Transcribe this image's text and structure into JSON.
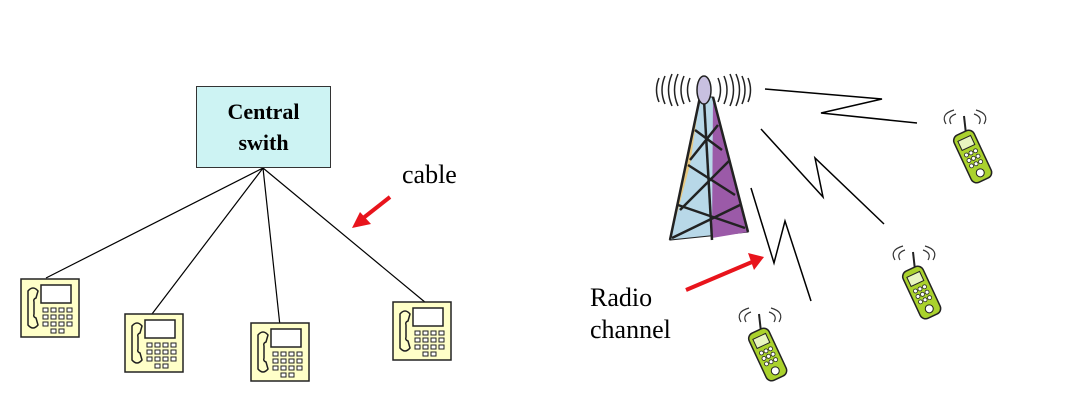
{
  "wired_network": {
    "central_switch": {
      "line1": "Central",
      "line2": "swith"
    },
    "cable_label": "cable",
    "telephone_count": 4
  },
  "wireless_network": {
    "radio_label_line1": "Radio",
    "radio_label_line2": "channel",
    "mobile_phone_count": 3
  },
  "colors": {
    "switch_fill": "#cdf3f3",
    "phone_fill": "#ffffc8",
    "arrow": "#e8141c",
    "mobile_green": "#aad22d"
  },
  "icons": [
    "desk-telephone-icon",
    "radio-tower-icon",
    "mobile-phone-icon",
    "pointer-arrow-icon"
  ]
}
